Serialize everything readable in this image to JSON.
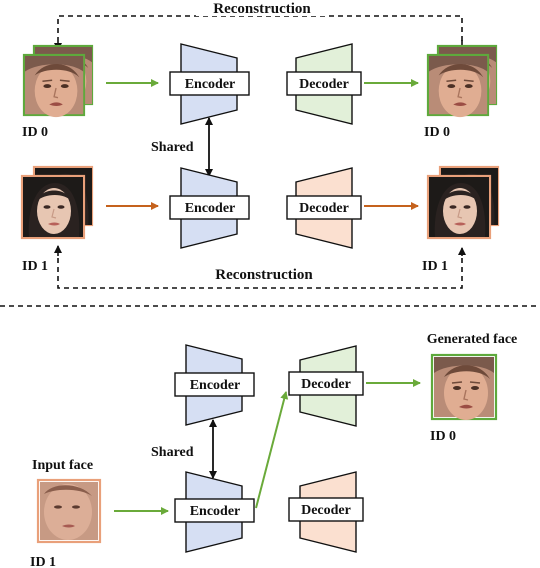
{
  "top": {
    "reconstruction_top": "Reconstruction",
    "reconstruction_bottom": "Reconstruction",
    "shared": "Shared",
    "id0_left": "ID 0",
    "id0_right": "ID 0",
    "id1_left": "ID 1",
    "id1_right": "ID 1",
    "encoder_a": "Encoder",
    "encoder_b": "Encoder",
    "decoder_a": "Decoder",
    "decoder_b": "Decoder"
  },
  "bottom": {
    "generated_face": "Generated face",
    "input_face": "Input face",
    "shared": "Shared",
    "id0": "ID 0",
    "id1": "ID 1",
    "encoder_a": "Encoder",
    "encoder_b": "Encoder",
    "decoder_a": "Decoder",
    "decoder_b": "Decoder"
  },
  "colors": {
    "encoder_fill": "#d6dff3",
    "decoder_a_fill": "#e2f0d9",
    "decoder_b_fill": "#fbe0d0",
    "green_arrow": "#6aaa3a",
    "orange_arrow": "#c5621d",
    "id0_frame": "#5ea93c",
    "id1_frame": "#e9a07a"
  }
}
